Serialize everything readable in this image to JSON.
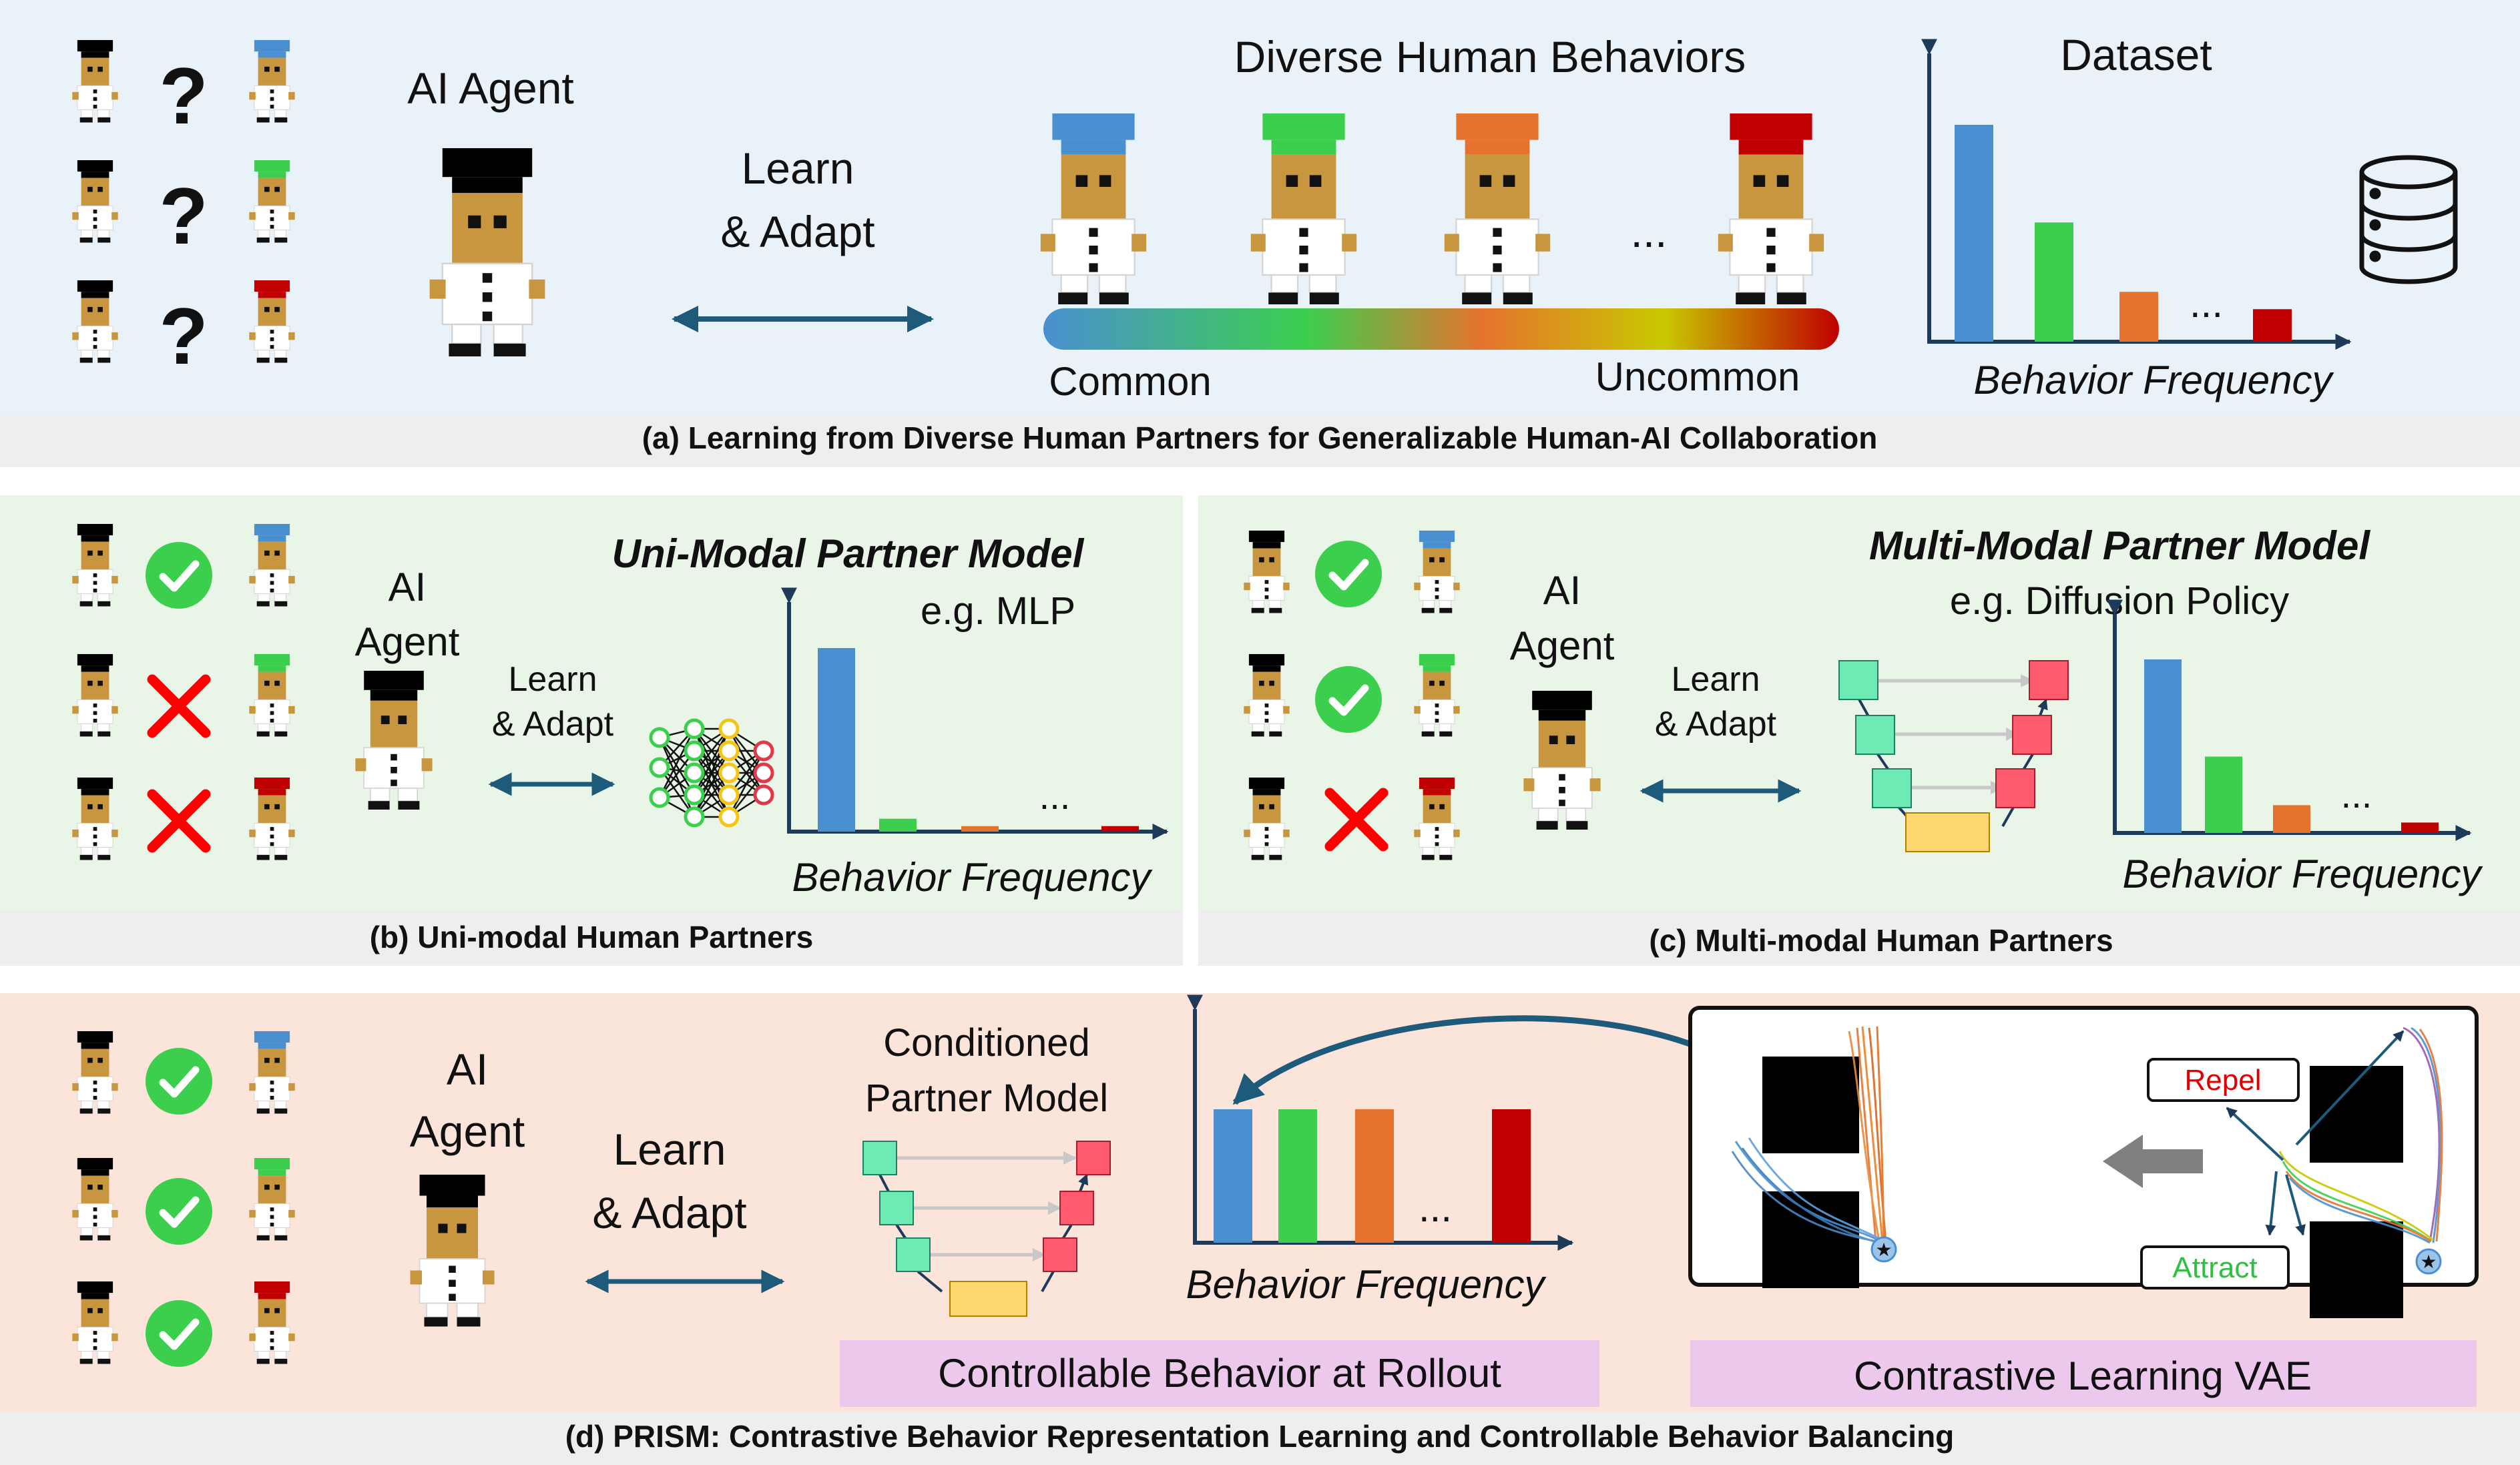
{
  "panels": {
    "a": {
      "caption": "(a) Learning from Diverse Human Partners for Generalizable Human-AI Collaboration",
      "agent_label": "AI Agent",
      "learn_line1": "Learn",
      "learn_line2": "& Adapt",
      "behaviors_title": "Diverse Human Behaviors",
      "ellipsis": "...",
      "common_label": "Common",
      "uncommon_label": "Uncommon",
      "dataset_title": "Dataset",
      "freq_label": "Behavior Frequency",
      "question_mark": "?"
    },
    "b": {
      "caption": "(b) Uni-modal Human Partners",
      "agent_line1": "AI",
      "agent_line2": "Agent",
      "learn_line1": "Learn",
      "learn_line2": "& Adapt",
      "model_title": "Uni-Modal Partner Model",
      "model_example": "e.g. MLP",
      "freq_label": "Behavior Frequency",
      "ellipsis": "..."
    },
    "c": {
      "caption": "(c) Multi-modal Human Partners",
      "agent_line1": "AI",
      "agent_line2": "Agent",
      "learn_line1": "Learn",
      "learn_line2": "& Adapt",
      "model_title": "Multi-Modal Partner Model",
      "model_example": "e.g. Diffusion Policy",
      "freq_label": "Behavior Frequency",
      "ellipsis": "..."
    },
    "d": {
      "caption": "(d) PRISM: Contrastive Behavior Representation Learning and Controllable Behavior Balancing",
      "agent_line1": "AI",
      "agent_line2": "Agent",
      "learn_line1": "Learn",
      "learn_line2": "& Adapt",
      "model_line1": "Conditioned",
      "model_line2": "Partner Model",
      "freq_label": "Behavior Frequency",
      "ellipsis": "...",
      "rollout_label": "Controllable Behavior at Rollout",
      "vae_label": "Contrastive Learning VAE",
      "repel_label": "Repel",
      "attract_label": "Attract"
    }
  },
  "colors": {
    "blue": "#4a90d0",
    "green": "#3ccf4e",
    "orange": "#e5732e",
    "red": "#c00000",
    "black_hat": "#000000",
    "skin": "#c8963e",
    "bg_a": "#eaf2f9",
    "bg_bc": "#e9f5e6",
    "bg_d": "#fbe4da",
    "caption_bg": "#eeeeee",
    "pink_label": "#ecc8ec",
    "arrow": "#1e5a7a"
  },
  "chart_data": [
    {
      "type": "bar",
      "panel": "a",
      "categories": [
        "blue",
        "green",
        "orange",
        "...",
        "red"
      ],
      "values": [
        100,
        55,
        23,
        null,
        15
      ],
      "xlabel": "Behavior Frequency"
    },
    {
      "type": "bar",
      "panel": "b",
      "categories": [
        "blue",
        "green",
        "orange",
        "...",
        "red"
      ],
      "values": [
        100,
        7,
        3,
        null,
        3
      ],
      "xlabel": "Behavior Frequency"
    },
    {
      "type": "bar",
      "panel": "c",
      "categories": [
        "blue",
        "green",
        "orange",
        "...",
        "red"
      ],
      "values": [
        100,
        44,
        16,
        null,
        6
      ],
      "xlabel": "Behavior Frequency"
    },
    {
      "type": "bar",
      "panel": "d",
      "categories": [
        "blue",
        "green",
        "orange",
        "...",
        "red"
      ],
      "values": [
        100,
        100,
        100,
        null,
        100
      ],
      "xlabel": "Behavior Frequency"
    }
  ]
}
